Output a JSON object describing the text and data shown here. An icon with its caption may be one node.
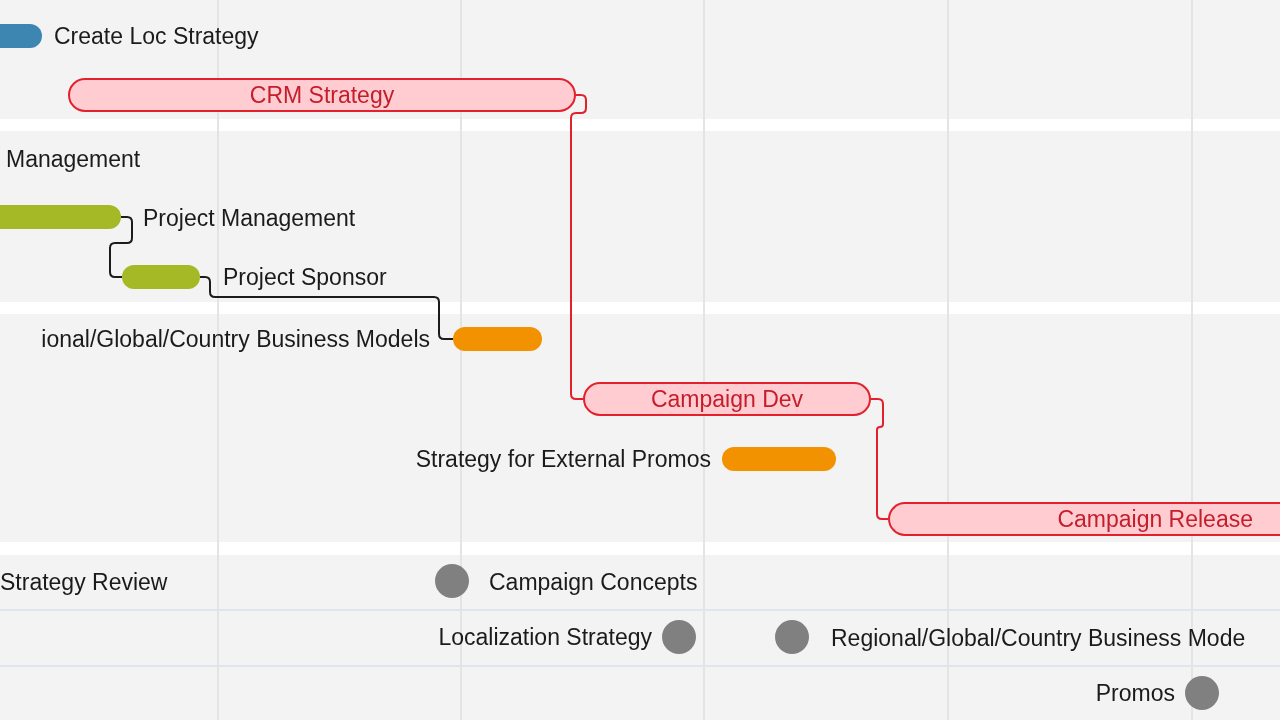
{
  "diagram": {
    "nodes": [
      {
        "text": [],
        "shape": "bar",
        "beside": [
          "Create Loc Strategy"
        ]
      },
      {
        "text": [
          "CRM Strategy"
        ]
      },
      {
        "text": [],
        "shape": "bar",
        "beside": [
          "Project Management"
        ]
      },
      {
        "text": [],
        "shape": "bar",
        "beside": [
          "Project Sponsor"
        ]
      },
      {
        "text": [],
        "shape": "bar",
        "beside": [
          "ional/Global/Country Business Models"
        ]
      },
      {
        "text": [
          "Campaign Dev"
        ]
      },
      {
        "text": [],
        "shape": "bar",
        "beside": [
          "Strategy for External Promos"
        ]
      },
      {
        "text": [
          "Campaign Release"
        ]
      },
      {
        "text": [],
        "shape": "circle",
        "beside": [
          "Campaign Concepts"
        ]
      },
      {
        "text": [],
        "shape": "circle",
        "beside": [
          "Localization Strategy"
        ]
      },
      {
        "text": [],
        "shape": "circle",
        "beside": [
          "Regional/Global/Country Business Mode"
        ]
      },
      {
        "text": [],
        "shape": "circle",
        "beside": [
          "Promos"
        ]
      }
    ],
    "edges": [
      {
        "from": 1,
        "to": 5,
        "arrow": "none",
        "color": "#e3212d"
      },
      {
        "from": 5,
        "to": 7,
        "arrow": "none",
        "color": "#e3212d"
      },
      {
        "from": 2,
        "to": 3,
        "arrow": "none",
        "color": "#1b1b1b"
      },
      {
        "from": 3,
        "to": 4,
        "arrow": "none",
        "color": "#1b1b1b"
      }
    ],
    "labels": [
      "Management",
      "Strategy Review"
    ]
  }
}
